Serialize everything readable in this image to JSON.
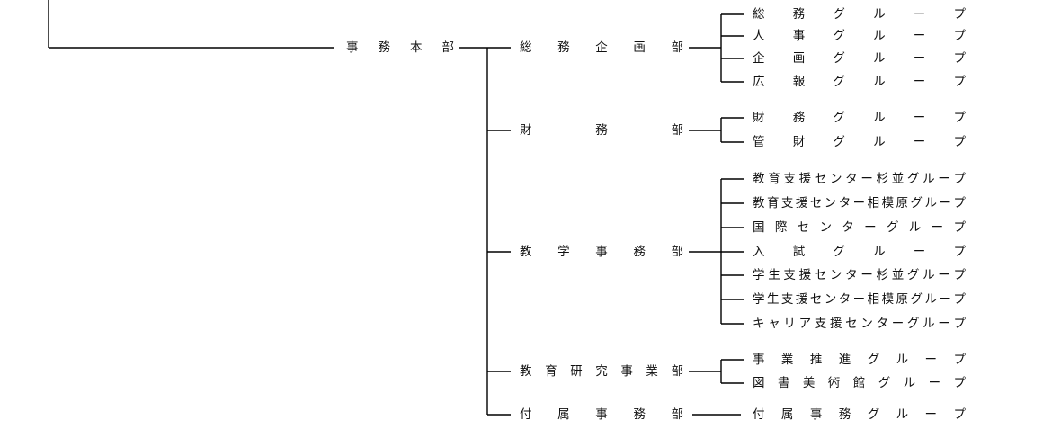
{
  "org": {
    "headquarters": "事務本部",
    "departments": [
      {
        "name": "総務企画部",
        "groups": [
          "総務グループ",
          "人事グループ",
          "企画グループ",
          "広報グループ"
        ]
      },
      {
        "name": "財務部",
        "groups": [
          "財務グループ",
          "管財グループ"
        ]
      },
      {
        "name": "教学事務部",
        "groups": [
          "教育支援センター杉並グループ",
          "教育支援センター相模原グループ",
          "国際センターグループ",
          "入試グループ",
          "学生支援センター杉並グループ",
          "学生支援センター相模原グループ",
          "キャリア支援センターグループ"
        ]
      },
      {
        "name": "教育研究事業部",
        "groups": [
          "事業推進グループ",
          "図書美術館グループ"
        ]
      },
      {
        "name": "付属事務部",
        "groups": [
          "付属事務グループ"
        ]
      }
    ]
  }
}
